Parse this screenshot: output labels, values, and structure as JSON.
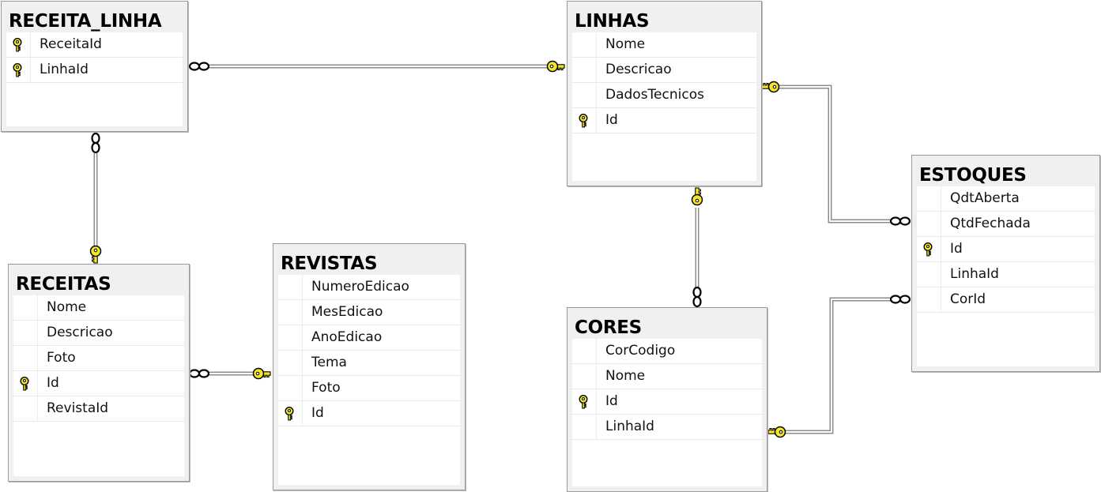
{
  "tables": {
    "receita_linha": {
      "name": "RECEITA_LINHA",
      "columns": [
        {
          "name": "ReceitaId",
          "pk": true
        },
        {
          "name": "LinhaId",
          "pk": true
        }
      ]
    },
    "linhas": {
      "name": "LINHAS",
      "columns": [
        {
          "name": "Nome",
          "pk": false
        },
        {
          "name": "Descricao",
          "pk": false
        },
        {
          "name": "DadosTecnicos",
          "pk": false
        },
        {
          "name": "Id",
          "pk": true
        }
      ]
    },
    "estoques": {
      "name": "ESTOQUES",
      "columns": [
        {
          "name": "QdtAberta",
          "pk": false
        },
        {
          "name": "QtdFechada",
          "pk": false
        },
        {
          "name": "Id",
          "pk": true
        },
        {
          "name": "LinhaId",
          "pk": false
        },
        {
          "name": "CorId",
          "pk": false
        }
      ]
    },
    "receitas": {
      "name": "RECEITAS",
      "columns": [
        {
          "name": "Nome",
          "pk": false
        },
        {
          "name": "Descricao",
          "pk": false
        },
        {
          "name": "Foto",
          "pk": false
        },
        {
          "name": "Id",
          "pk": true
        },
        {
          "name": "RevistaId",
          "pk": false
        }
      ]
    },
    "revistas": {
      "name": "REVISTAS",
      "columns": [
        {
          "name": "NumeroEdicao",
          "pk": false
        },
        {
          "name": "MesEdicao",
          "pk": false
        },
        {
          "name": "AnoEdicao",
          "pk": false
        },
        {
          "name": "Tema",
          "pk": false
        },
        {
          "name": "Foto",
          "pk": false
        },
        {
          "name": "Id",
          "pk": true
        }
      ]
    },
    "cores": {
      "name": "CORES",
      "columns": [
        {
          "name": "CorCodigo",
          "pk": false
        },
        {
          "name": "Nome",
          "pk": false
        },
        {
          "name": "Id",
          "pk": true
        },
        {
          "name": "LinhaId",
          "pk": false
        }
      ]
    }
  },
  "relationships": [
    {
      "from": "receita_linha",
      "to": "linhas"
    },
    {
      "from": "receita_linha",
      "to": "receitas"
    },
    {
      "from": "receitas",
      "to": "revistas"
    },
    {
      "from": "estoques",
      "to": "linhas"
    },
    {
      "from": "cores",
      "to": "linhas"
    },
    {
      "from": "estoques",
      "to": "cores"
    }
  ],
  "colors": {
    "key": "#f6e62a",
    "key_outline": "#000000",
    "line": "#8c8c8c",
    "title_bg": "#f0f0f0"
  }
}
